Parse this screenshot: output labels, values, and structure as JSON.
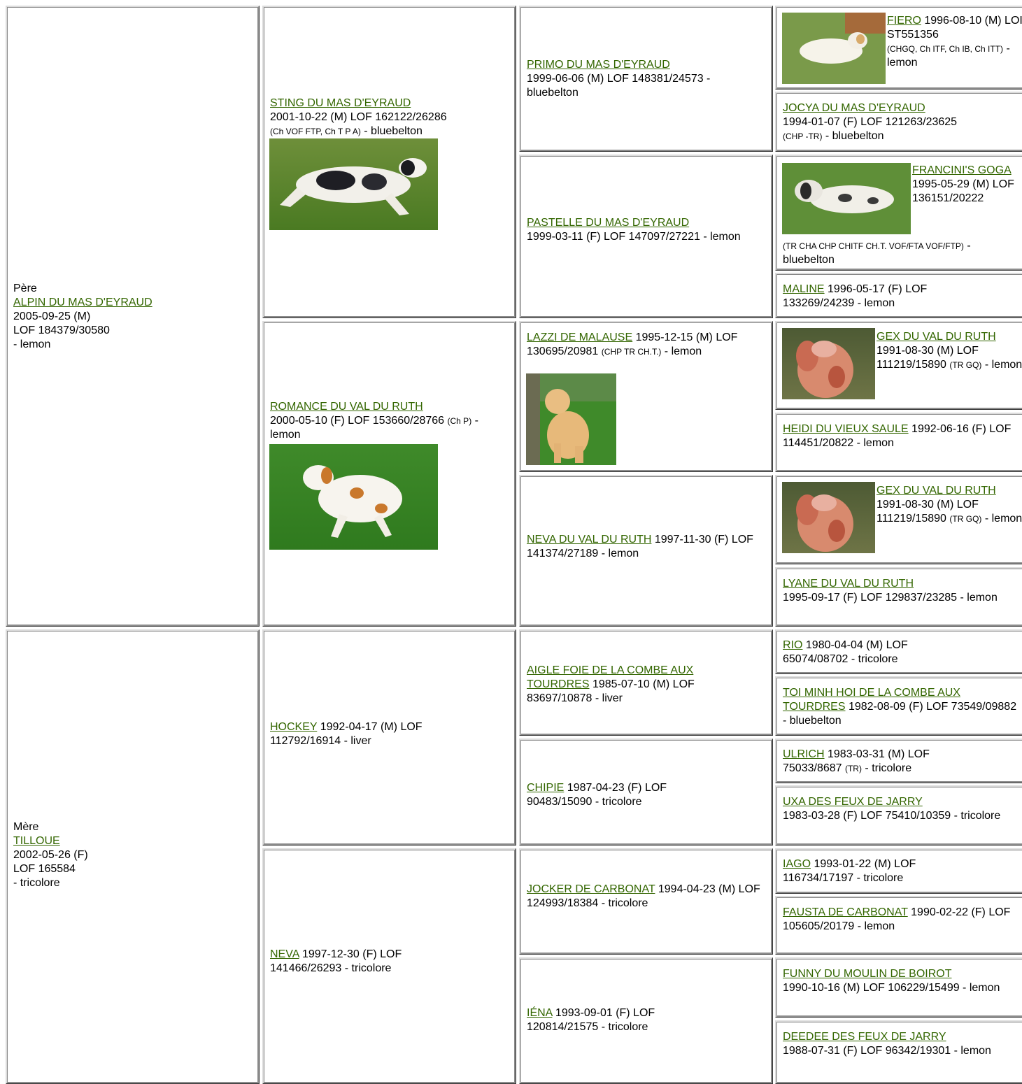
{
  "pere": {
    "label": "Père",
    "name": "ALPIN DU MAS D'EYRAUD",
    "line1": "2005-09-25 (M)",
    "line2": "LOF 184379/30580",
    "line3": "- lemon"
  },
  "mere": {
    "label": "Mère",
    "name": "TILLOUE",
    "line1": "2002-05-26 (F)",
    "line2": "LOF 165584",
    "line3": "- tricolore"
  },
  "g_sting": {
    "name": "STING DU MAS D'EYRAUD",
    "info": "2001-10-22 (M) LOF 162122/26286",
    "titles": "(Ch VOF FTP, Ch T P A)",
    "color": " - bluebelton"
  },
  "g_romance": {
    "name": "ROMANCE DU VAL DU RUTH",
    "info": "2000-05-10 (F) LOF 153660/28766",
    "titles": "(Ch P)",
    "color": " - lemon"
  },
  "g_hockey": {
    "name": "HOCKEY",
    "info": " 1992-04-17 (M) LOF 112792/16914 - liver"
  },
  "g_neva": {
    "name": "NEVA",
    "info": " 1997-12-30 (F) LOF 141466/26293 - tricolore"
  },
  "gg_primo": {
    "name": "PRIMO DU MAS D'EYRAUD",
    "info": "1999-06-06 (M) LOF 148381/24573 - bluebelton"
  },
  "gg_pastelle": {
    "name": "PASTELLE DU MAS D'EYRAUD",
    "info": "1999-03-11 (F) LOF 147097/27221 - lemon"
  },
  "gg_lazzi": {
    "name": "LAZZI DE MALAUSE",
    "info": " 1995-12-15 (M) LOF 130695/20981 ",
    "titles": "(CHP TR CH.T.)",
    "color": " - lemon"
  },
  "gg_neva_vr": {
    "name": "NEVA DU VAL DU RUTH",
    "info": " 1997-11-30 (F) LOF 141374/27189 - lemon"
  },
  "gg_aigle": {
    "name": "AIGLE FOIE DE LA COMBE AUX TOURDRES",
    "info": " 1985-07-10 (M) LOF 83697/10878 - liver"
  },
  "gg_chipie": {
    "name": "CHIPIE",
    "info": " 1987-04-23 (F) LOF 90483/15090 - tricolore"
  },
  "gg_jocker": {
    "name": "JOCKER DE CARBONAT",
    "info": " 1994-04-23 (M) LOF 124993/18384 - tricolore"
  },
  "gg_iena": {
    "name": "IÉNA",
    "info": " 1993-09-01 (F) LOF 120814/21575 - tricolore"
  },
  "ggg_fiero": {
    "name": "FIERO",
    "info": " 1996-08-10 (M) LOI ST551356",
    "titles": "(CHGQ, Ch ITF, Ch IB, Ch ITT)",
    "color": " - lemon"
  },
  "ggg_jocya": {
    "name": "JOCYA DU MAS D'EYRAUD",
    "info": "1994-01-07 (F) LOF 121263/23625",
    "titles": "(CHP -TR)",
    "color": " - bluebelton"
  },
  "ggg_francini": {
    "name": "FRANCINI'S GOGA",
    "info": "1995-05-29 (M) LOF 136151/20222",
    "titles": "(TR CHA CHP CHITF CH.T. VOF/FTA VOF/FTP)",
    "color": " - bluebelton"
  },
  "ggg_maline": {
    "name": "MALINE",
    "info": " 1996-05-17 (F) LOF 133269/24239 - lemon"
  },
  "ggg_gex1": {
    "name": "GEX DU VAL DU RUTH",
    "info": " 1991-08-30 (M) LOF 111219/15890 ",
    "titles": "(TR GQ)",
    "color": " - lemon"
  },
  "ggg_heidi": {
    "name": "HEIDI DU VIEUX SAULE",
    "info": " 1992-06-16 (F) LOF 114451/20822 - lemon"
  },
  "ggg_gex2": {
    "name": "GEX DU VAL DU RUTH",
    "info": " 1991-08-30 (M) LOF 111219/15890 ",
    "titles": "(TR GQ)",
    "color": " - lemon"
  },
  "ggg_lyane": {
    "name": "LYANE DU VAL DU RUTH",
    "info": "1995-09-17 (F) LOF 129837/23285 - lemon"
  },
  "ggg_rio": {
    "name": "RIO",
    "info": " 1980-04-04 (M) LOF 65074/08702 - tricolore"
  },
  "ggg_toi": {
    "name": "TOI MINH HOI DE LA COMBE AUX TOURDRES",
    "info": " 1982-08-09 (F) LOF 73549/09882 - bluebelton"
  },
  "ggg_ulrich": {
    "name": "ULRICH",
    "info": " 1983-03-31 (M) LOF 75033/8687 ",
    "titles": "(TR)",
    "color": " - tricolore"
  },
  "ggg_uxa": {
    "name": "UXA DES FEUX DE JARRY",
    "info": "1983-03-28 (F) LOF 75410/10359 - tricolore"
  },
  "ggg_iago": {
    "name": "IAGO",
    "info": " 1993-01-22 (M) LOF 116734/17197 - tricolore"
  },
  "ggg_fausta": {
    "name": "FAUSTA DE CARBONAT",
    "info": " 1990-02-22 (F) LOF 105605/20179 - lemon"
  },
  "ggg_funny": {
    "name": "FUNNY DU MOULIN DE BOIROT",
    "info": "1990-10-16 (M) LOF 106229/15499 - lemon"
  },
  "ggg_deedee": {
    "name": "DEEDEE DES FEUX DE JARRY",
    "info": "1988-07-31 (F) LOF 96342/19301 - lemon"
  }
}
